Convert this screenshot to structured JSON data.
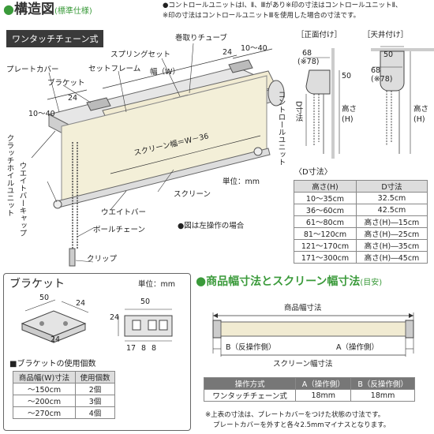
{
  "header": {
    "title": "構造図",
    "title_sub": "(標準仕様)",
    "note1": "●コントロールユニットはⅠ、Ⅱ、Ⅲがあり※印の寸法はコントロールユニットⅡ、",
    "note2": "※印の寸法はコントロールユニットⅢを使用した場合の寸法です。"
  },
  "structure": {
    "model_label": "ワンタッチチェーン式",
    "labels": {
      "plate_cover": "プレートカバー",
      "bracket": "ブラケット",
      "set_frame": "セットフレーム",
      "spring_set": "スプリングセット",
      "winding_tube": "巻取りチューブ",
      "width": "幅（W）",
      "dim_24": "24",
      "dim_10_40": "10～40",
      "dim_10_40b": "10～40",
      "dim_24b": "24",
      "control_unit": "コントロールユニット",
      "screen_width": "スクリーン幅＝W－36",
      "clutch_holder": "クラッチホイルユニット",
      "weight_bar_cap": "ウエイトバーキャップ",
      "screen": "スクリーン",
      "unit": "単位：mm",
      "weight_bar": "ウエイトバー",
      "ball_chain": "ボールチェーン",
      "clip": "クリップ",
      "left_op_note": "●図は左操作の場合"
    }
  },
  "mounting": {
    "front": "［正面付け］",
    "ceiling": "［天井付け］",
    "front_dims": {
      "w": "68",
      "w2": "(※78)",
      "h": "50",
      "d": "D寸法",
      "height": "高さ",
      "height_h": "(H)"
    },
    "ceiling_dims": {
      "w": "50",
      "w2": "68",
      "w3": "(※78)",
      "height": "高さ",
      "height_h": "(H)"
    }
  },
  "d_table": {
    "title": "〈D寸法〉",
    "headers": [
      "高さ(H)",
      "D寸法"
    ],
    "rows": [
      [
        "10～35cm",
        "32.5cm"
      ],
      [
        "36～60cm",
        "42.5cm"
      ],
      [
        "61～80cm",
        "高さ(H)―15cm"
      ],
      [
        "81～120cm",
        "高さ(H)―25cm"
      ],
      [
        "121～170cm",
        "高さ(H)―35cm"
      ],
      [
        "171～300cm",
        "高さ(H)―45cm"
      ]
    ]
  },
  "bracket": {
    "title": "ブラケット",
    "unit": "単位：mm",
    "dims": {
      "d50": "50",
      "d24": "24",
      "d24b": "24",
      "top50": "50",
      "side24": "24",
      "b17": "17",
      "b8a": "8",
      "b8b": "8"
    },
    "count_title": "■ブラケットの使用個数",
    "headers": [
      "商品幅(W)寸法",
      "使用個数"
    ],
    "rows": [
      [
        "～150cm",
        "2個"
      ],
      [
        "～200cm",
        "3個"
      ],
      [
        "～270cm",
        "4個"
      ]
    ]
  },
  "product": {
    "title": "商品幅寸法とスクリーン幅寸法",
    "title_sub": "(目安)",
    "product_width": "商品幅寸法",
    "b_label": "B（反操作側）",
    "a_label": "A（操作側）",
    "screen_width": "スクリーン幅寸法",
    "headers": [
      "操作方式",
      "A（操作側）",
      "B（反操作側）"
    ],
    "rows": [
      [
        "ワンタッチチェーン式",
        "18mm",
        "18mm"
      ]
    ],
    "note1": "※上表の寸法は、プレートカバーをつけた状態の寸法です。",
    "note2": "プレートカバーを外すと各々2.5mmマイナスとなります。"
  }
}
